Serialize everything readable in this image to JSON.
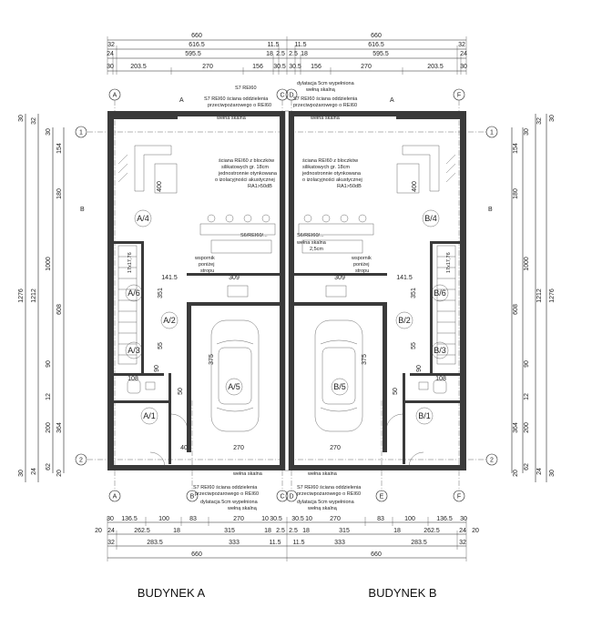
{
  "captions": {
    "building_a": "BUDYNEK A",
    "building_b": "BUDYNEK B"
  },
  "dims": {
    "top": {
      "row1": [
        "660",
        "660"
      ],
      "row2": [
        "32",
        "616.5",
        "11.5",
        "11.5",
        "616.5",
        "32"
      ],
      "row3": [
        "24",
        "595.5",
        "18",
        "2.5",
        "2.5",
        "18",
        "595.5",
        "24"
      ],
      "row4": [
        "30",
        "203.5",
        "270",
        "156",
        "30.5",
        "30.5",
        "156",
        "270",
        "203.5",
        "30"
      ]
    },
    "bottom": {
      "row1": [
        "30",
        "136.5",
        "100",
        "83",
        "270",
        "10",
        "30.5",
        "30.5",
        "10",
        "270",
        "83",
        "100",
        "136.5",
        "30"
      ],
      "row2": [
        "20",
        "24",
        "262.5",
        "18",
        "315",
        "18",
        "2.5",
        "2.5",
        "18",
        "315",
        "18",
        "262.5",
        "24",
        "20"
      ],
      "row3": [
        "32",
        "283.5",
        "333",
        "11.5",
        "11.5",
        "333",
        "283.5",
        "32"
      ],
      "row4": [
        "660",
        "660"
      ]
    },
    "left": [
      "1276",
      "1212",
      "1000",
      "608",
      "180",
      "154",
      "364",
      "200",
      "90",
      "30",
      "12",
      "30",
      "32",
      "62",
      "24",
      "20",
      "30"
    ],
    "right": [
      "1276",
      "1212",
      "1000",
      "608",
      "180",
      "154",
      "364",
      "200",
      "90",
      "30",
      "12",
      "30",
      "32",
      "62",
      "24",
      "20",
      "30"
    ]
  },
  "interior_dims": {
    "d141": "141.5",
    "d309a": "309",
    "d309b": "309",
    "d141b": "141.5",
    "d351a": "351",
    "d351b": "351",
    "d270a": "270",
    "d270b": "270",
    "d40": "40",
    "d108a": "108",
    "d108b": "108",
    "d375a": "375",
    "d375b": "375",
    "d90a": "90",
    "d90b": "90",
    "d50a": "50",
    "d50b": "50",
    "d400a": "400",
    "d400b": "400",
    "d55a": "55",
    "d55b": "55"
  },
  "axes": {
    "A": "A",
    "B": "B",
    "C": "C",
    "D": "D",
    "E": "E",
    "F": "F",
    "1": "1",
    "2": "2"
  },
  "rooms": {
    "a1": "A/1",
    "a2": "A/2",
    "a3": "A/3",
    "a4": "A/4",
    "a5": "A/5",
    "a6": "A/6",
    "b1": "B/1",
    "b2": "B/2",
    "b3": "B/3",
    "b4": "B/4",
    "b5": "B/5",
    "b6": "B/6"
  },
  "notes": {
    "top_s7": "S7 REI60",
    "dil_top_1": "dylatacja 5cm wypełniona",
    "dil_top_2": "wełną skalną",
    "s7a_1": "S7 REI60 ściana oddzielenia",
    "s7a_2": "przeciwpożarowego o REI60",
    "s7b_1": "S7 REI60 ściana oddzielenia",
    "s7b_2": "przeciwpożarowego o REI60",
    "welna_a": "wełna skalna",
    "welna_b": "wełna skalna",
    "wall_a_1": "ściana REI60 z bloczków",
    "wall_a_2": "silikatowych gr. 18cm",
    "wall_a_3": "jednostronnie otynkowana",
    "wall_a_4": "o izolacyjności akustycznej",
    "wall_a_5": "RA1>50dB",
    "wall_b_1": "ściana REI60 z bloczków",
    "wall_b_2": "silikatowych gr. 18cm",
    "wall_b_3": "jednostronnie otynkowana",
    "wall_b_4": "o izolacyjności akustycznej",
    "wall_b_5": "RA1>50dB",
    "strop_a": "S6/REI60/...",
    "strop_b": "S6/REI60/...",
    "welna_mid": "wełna skalna",
    "welna_mid_2": "2,5cm",
    "wspornik_a_1": "wspornik",
    "wspornik_a_2": "poniżej",
    "wspornik_a_3": "stropu",
    "wspornik_b_1": "wspornik",
    "wspornik_b_2": "poniżej",
    "wspornik_b_3": "stropu",
    "stairs_a": "17x17,76",
    "stairs_b": "17x17,76",
    "bot_welna_a": "wełna skalna",
    "bot_welna_b": "wełna skalna",
    "bot_s7a_1": "S7 REI60 ściana oddzielenia",
    "bot_s7a_2": "przeciwpożarowego o REI60",
    "bot_s7b_1": "S7 REI60 ściana oddzielenia",
    "bot_s7b_2": "przeciwpożarowego o REI60",
    "bot_dil_a_1": "dylatacja 5cm wypełniona",
    "bot_dil_a_2": "wełną skalną",
    "bot_dil_b_1": "dylatacja 5cm wypełniona",
    "bot_dil_b_2": "wełną skalną"
  }
}
